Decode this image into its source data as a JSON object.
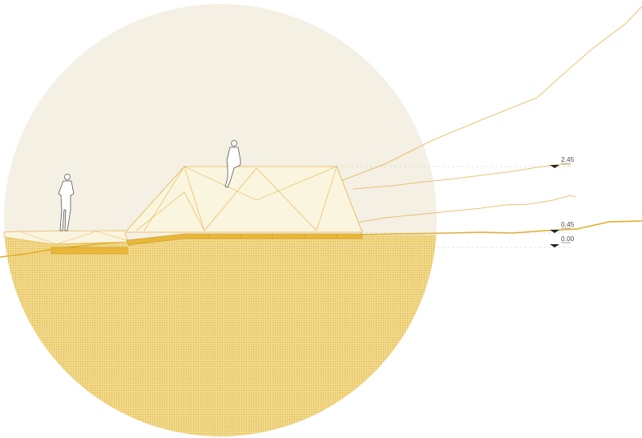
{
  "levels": [
    {
      "label": "2.45"
    },
    {
      "label": "0.45"
    },
    {
      "label": "0.00"
    }
  ],
  "colors": {
    "sky": "#f4f0e4",
    "water": "#f0d78a",
    "hatch": "#e3bb3c",
    "line": "#e6b24a",
    "deck": "#e8b73a",
    "roof": "#f9f4dc",
    "marker": "#222222"
  }
}
